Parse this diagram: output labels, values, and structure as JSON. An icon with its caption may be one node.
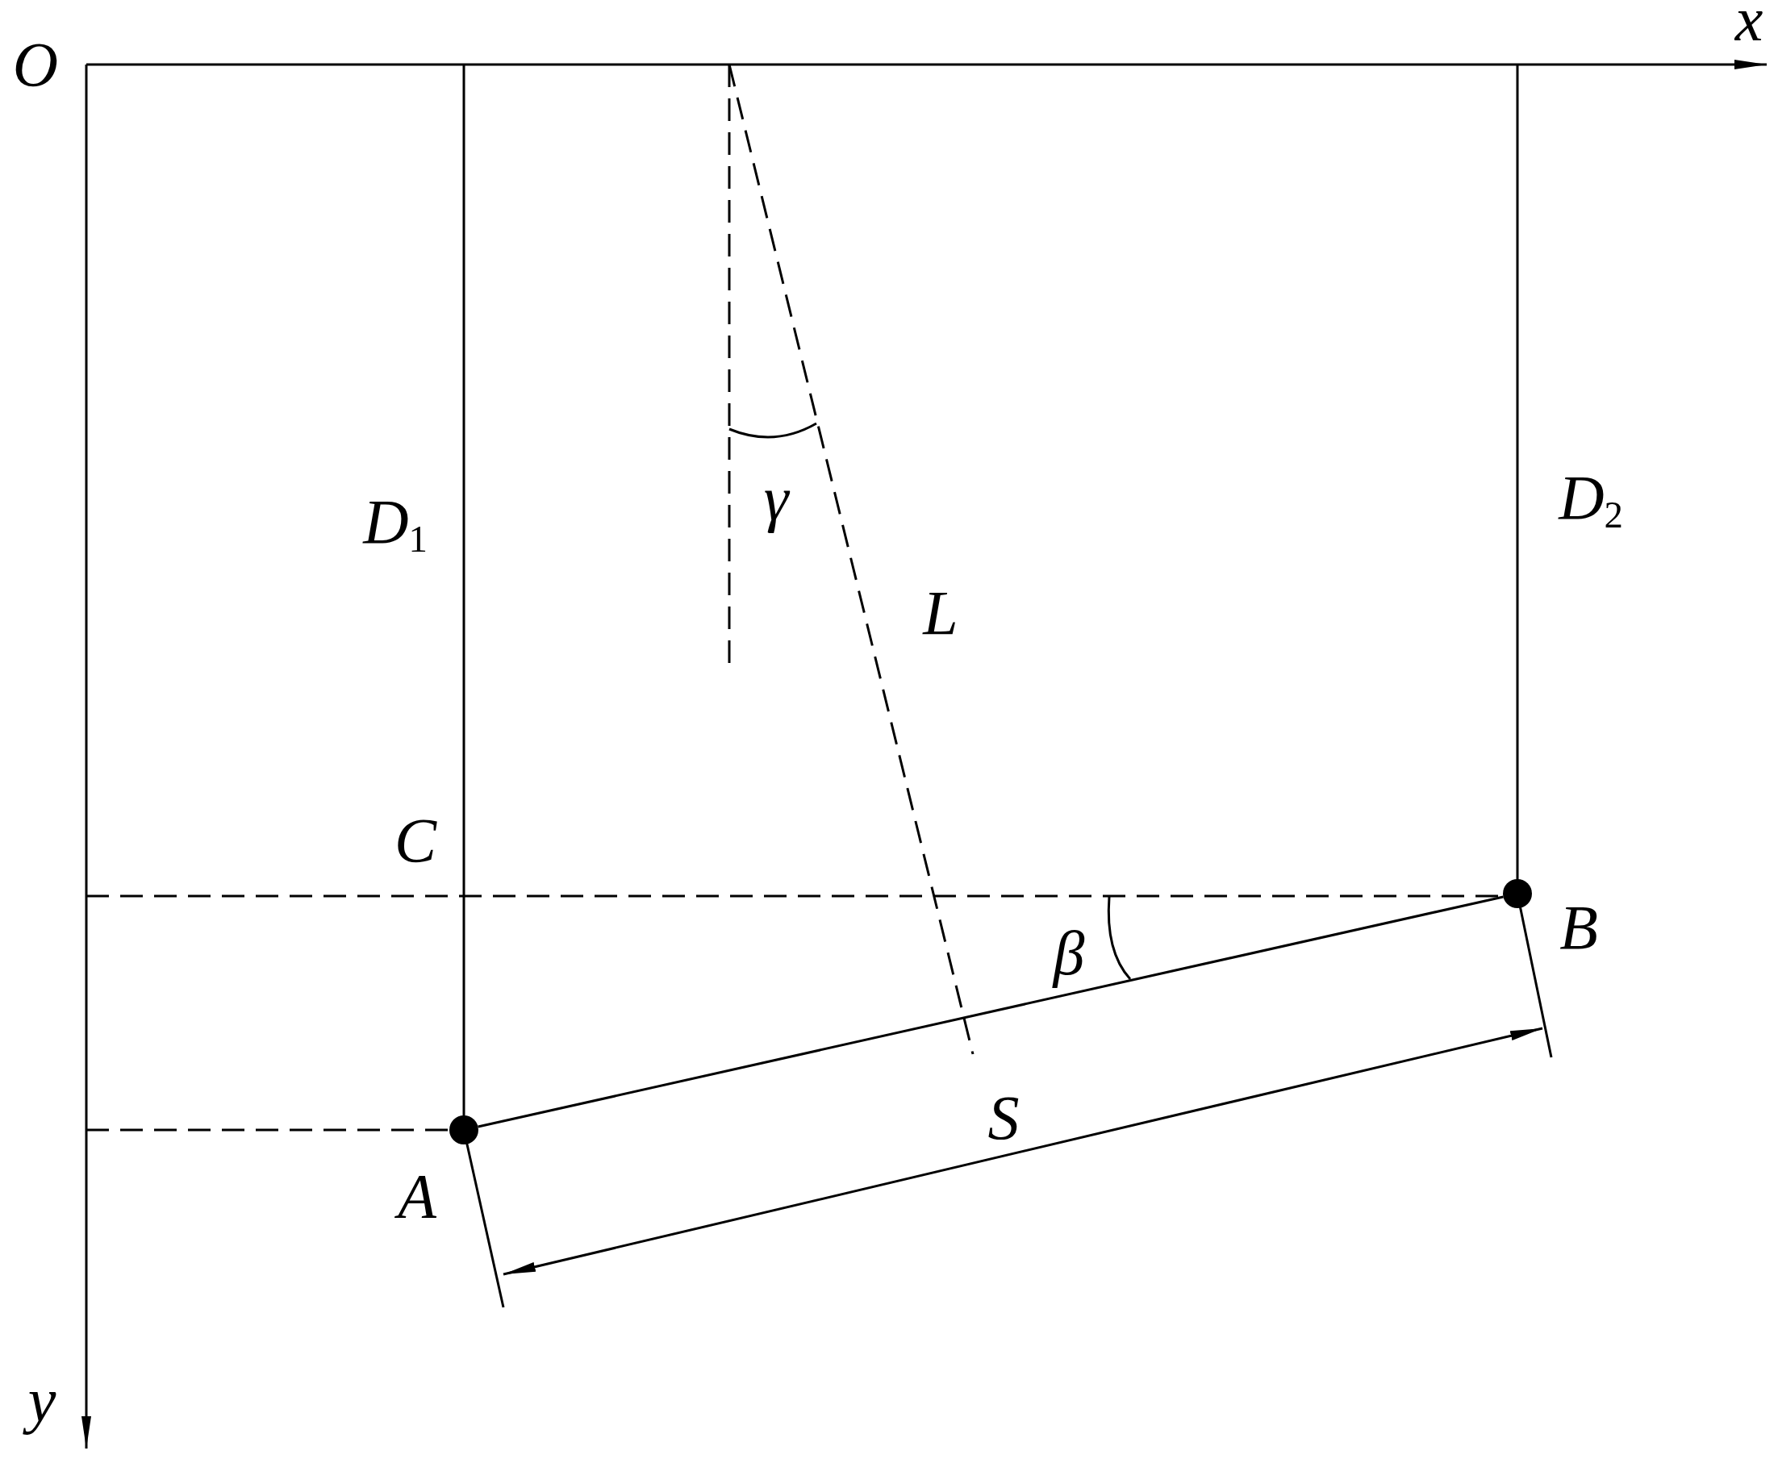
{
  "diagram": {
    "nodes": [
      {
        "text": [],
        "shape": "circle",
        "beside": [
          "A"
        ]
      },
      {
        "text": [],
        "shape": "circle",
        "beside": [
          "B"
        ]
      }
    ],
    "edges": [
      {
        "from": 0,
        "to": 1,
        "arrow": "none"
      }
    ],
    "labels": [
      "O",
      "x",
      "y",
      "D$_{1}$",
      "D$_{2}$",
      "γ",
      "L",
      "C",
      "β",
      "S"
    ]
  }
}
